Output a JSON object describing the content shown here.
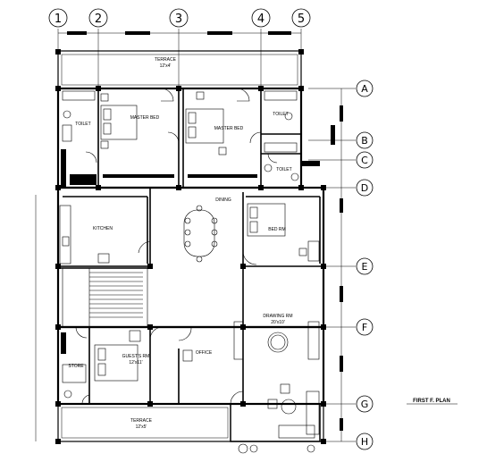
{
  "drawing_title": "FIRST F. PLAN",
  "grid_columns": [
    "1",
    "2",
    "3",
    "4",
    "5"
  ],
  "grid_rows": [
    "A",
    "B",
    "C",
    "D",
    "E",
    "F",
    "G",
    "H"
  ],
  "rooms": {
    "terrace_top": "TERRACE",
    "terrace_top_size": "12'x4'",
    "toilet": "TOILET",
    "master_bed_1": "MASTER BED",
    "master_bed_2": "MASTER BED",
    "toilet_2": "TOILET",
    "toilet_3": "TOILET",
    "kitchen": "KITCHEN",
    "dining": "DINING",
    "bed_room": "BED RM",
    "drawing_room": "DRAWING RM",
    "drawing_room_size": "20'x10'",
    "guest_room": "GUEST'S RM",
    "guest_room_size": "12'x11'",
    "office": "OFFICE",
    "store": "STORE",
    "terrace_bottom": "TERRACE",
    "terrace_bottom_size": "12'x5'"
  }
}
